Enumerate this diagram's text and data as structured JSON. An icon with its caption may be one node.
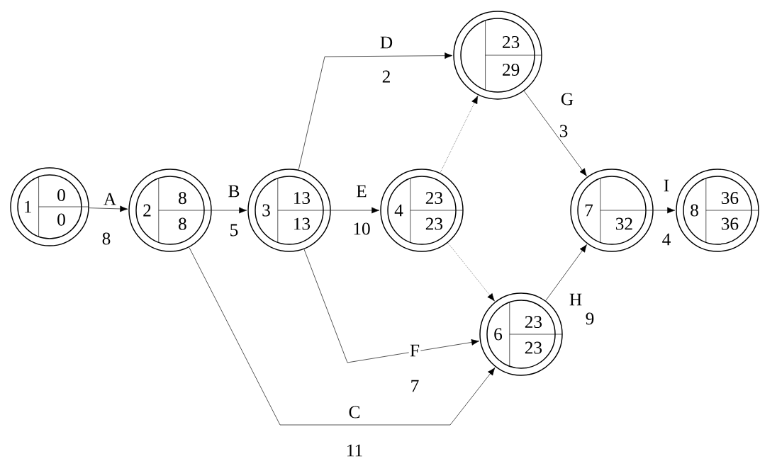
{
  "diagram": {
    "nodes": [
      {
        "text": [
          "1",
          "0",
          "0"
        ]
      },
      {
        "text": [
          "2",
          "8",
          "8"
        ]
      },
      {
        "text": [
          "3",
          "13",
          "13"
        ]
      },
      {
        "text": [
          "4",
          "23",
          "23"
        ]
      },
      {
        "text": [
          "23",
          "29"
        ]
      },
      {
        "text": [
          "6",
          "23",
          "23"
        ]
      },
      {
        "text": [
          "7",
          "32"
        ]
      },
      {
        "text": [
          "8",
          "36",
          "36"
        ]
      }
    ],
    "edges": [
      {
        "from": 0,
        "to": 1,
        "arrow": "to",
        "label": "A"
      },
      {
        "from": 1,
        "to": 2,
        "arrow": "to",
        "label": "B"
      },
      {
        "from": 2,
        "to": 3,
        "arrow": "to",
        "label": "E"
      },
      {
        "from": 2,
        "to": 4,
        "arrow": "to",
        "label": "D"
      },
      {
        "from": 3,
        "to": 4,
        "arrow": "to",
        "style": "dashed"
      },
      {
        "from": 3,
        "to": 5,
        "arrow": "to",
        "style": "dashed"
      },
      {
        "from": 2,
        "to": 5,
        "arrow": "to",
        "label": "F"
      },
      {
        "from": 1,
        "to": 5,
        "arrow": "to",
        "label": "C"
      },
      {
        "from": 4,
        "to": 6,
        "arrow": "to",
        "label": "G"
      },
      {
        "from": 5,
        "to": 6,
        "arrow": "to",
        "label": "H"
      },
      {
        "from": 6,
        "to": 7,
        "arrow": "to",
        "label": "I"
      }
    ],
    "labels": [
      "8",
      "5",
      "10",
      "2",
      "7",
      "11",
      "3",
      "9",
      "4"
    ]
  }
}
